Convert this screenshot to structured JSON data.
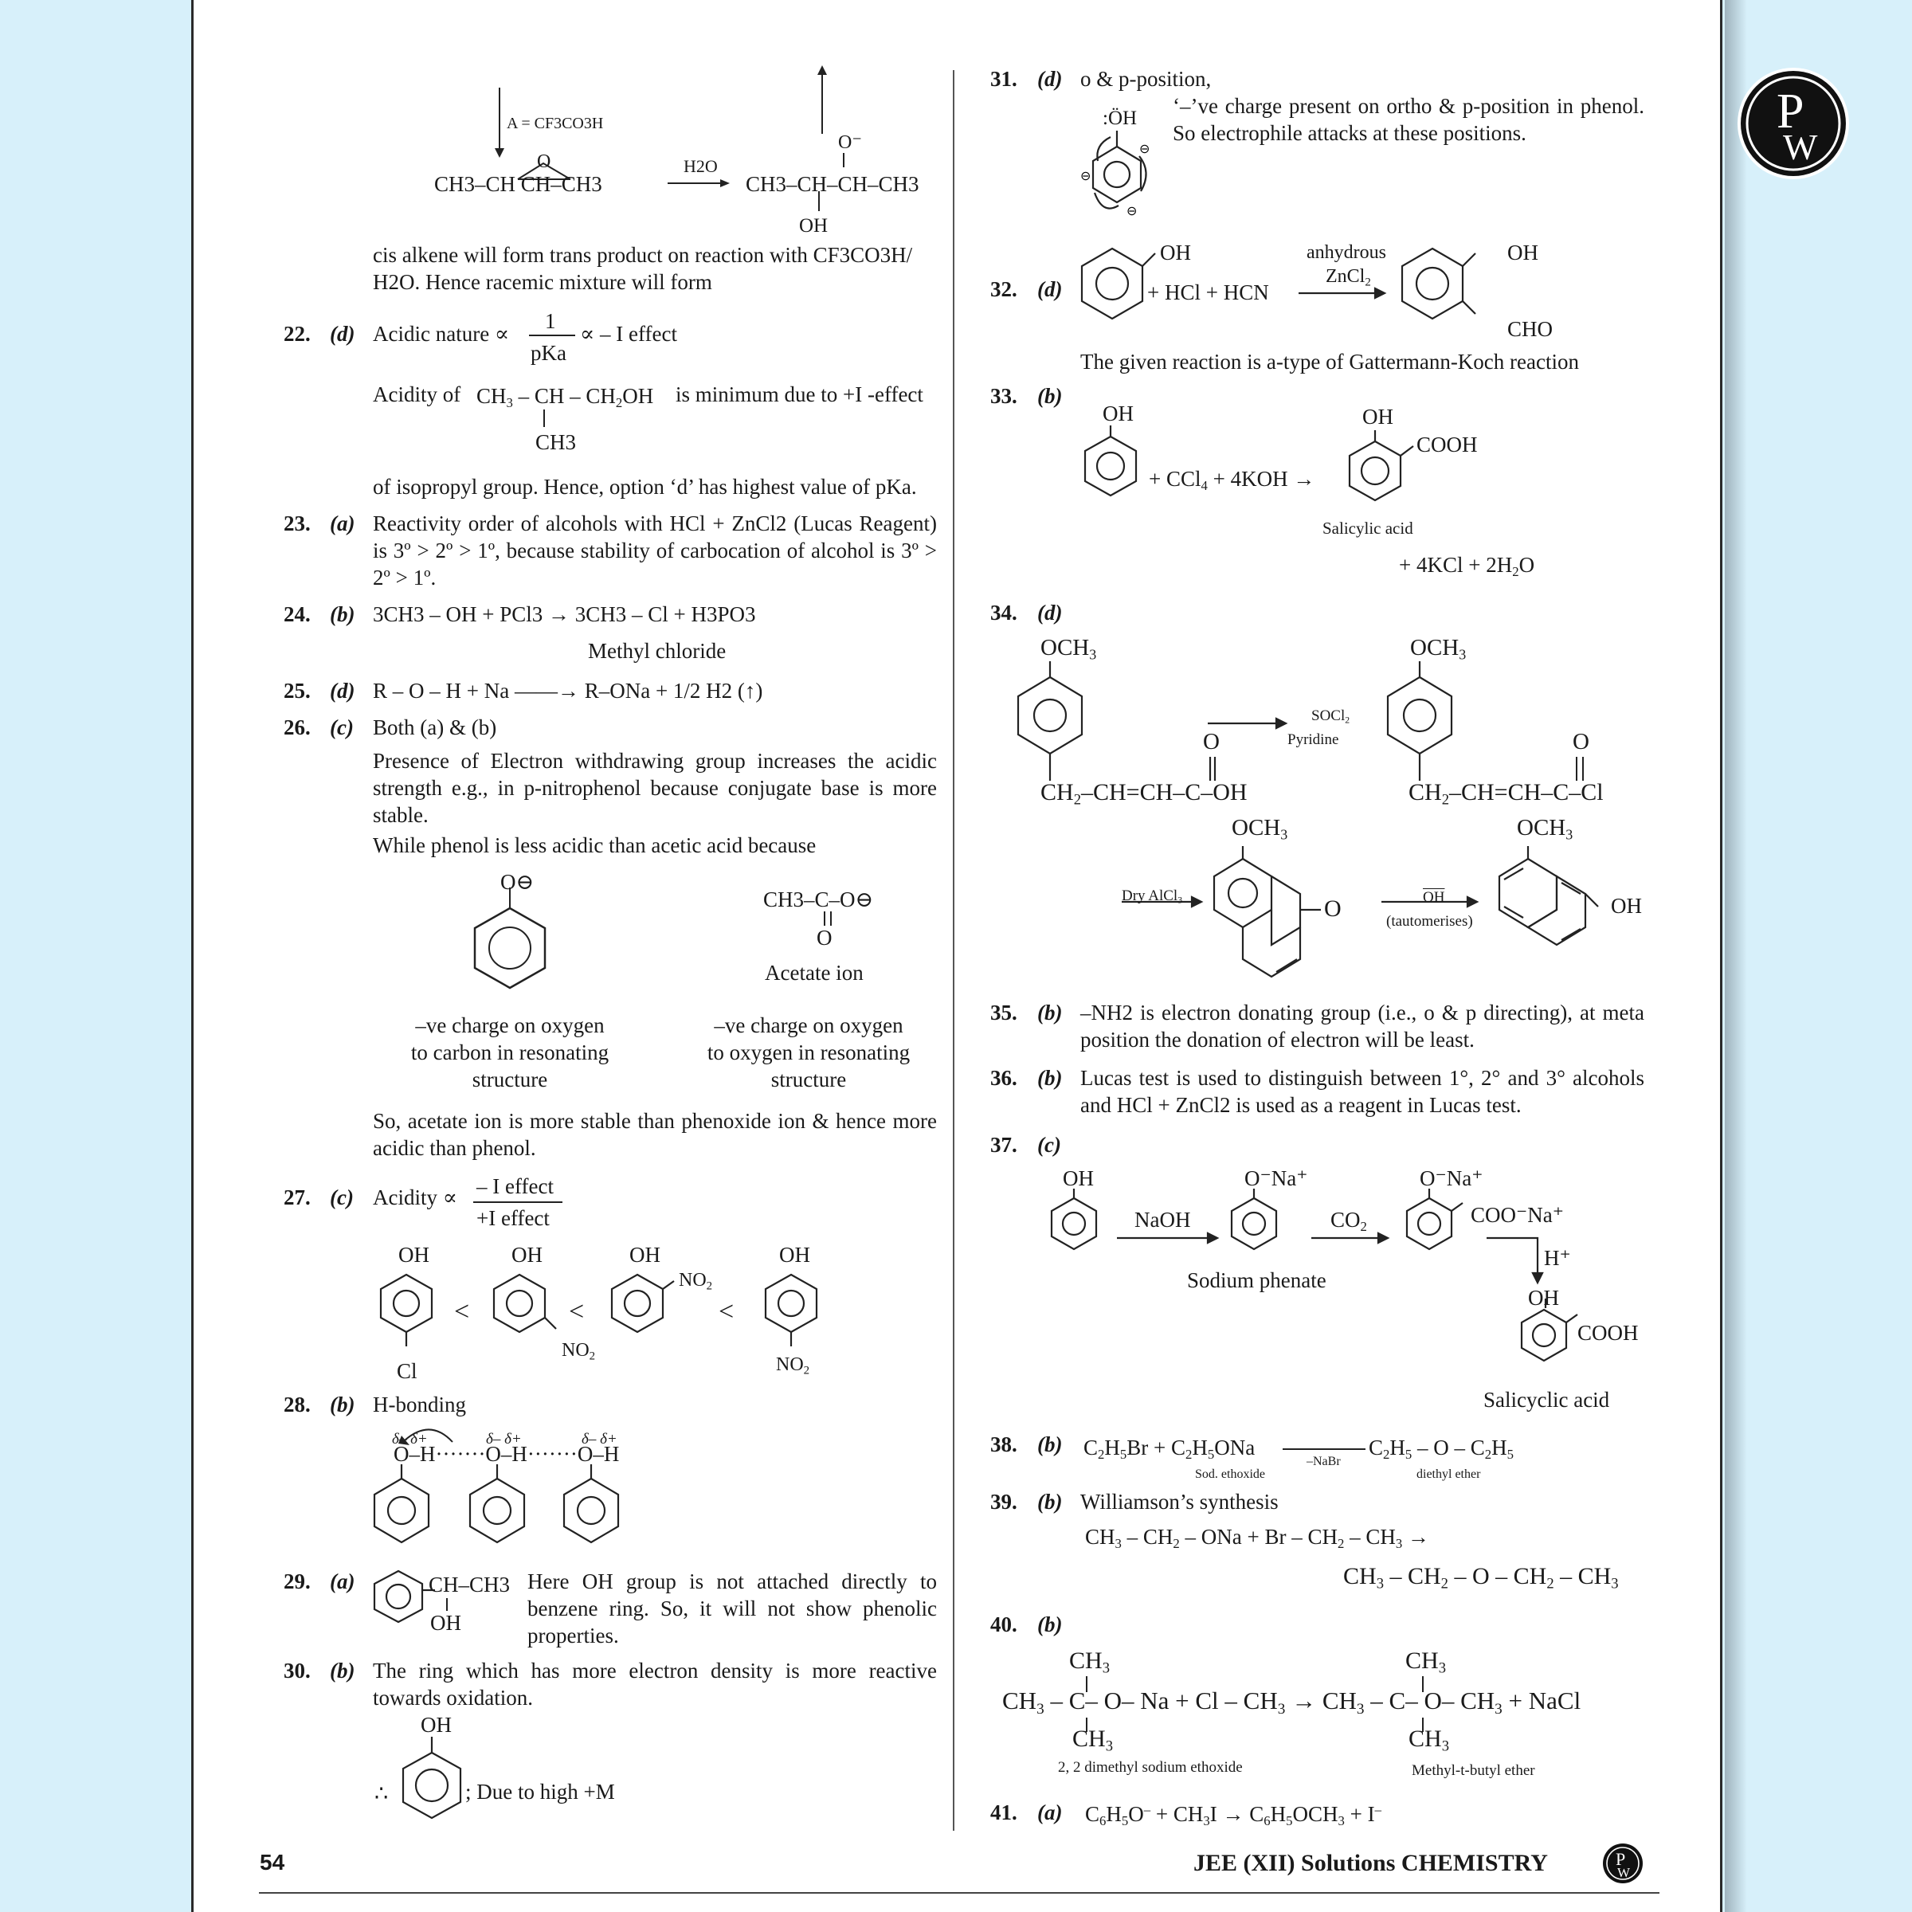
{
  "header_logo": "PW",
  "footer": {
    "page_number": "54",
    "title": "JEE (XII) Solutions CHEMISTRY"
  },
  "q21": {
    "reagent": "A = CF3CO3H",
    "reactant": "CH3–CH  CH–CH3",
    "epoxide_o": "O",
    "water": "H2O",
    "product": "CH3–CH–CH–CH3",
    "product_o": "O⁻",
    "product_oh": "OH",
    "text1": "cis alkene will form trans product on reaction with CF3CO3H/",
    "text2": "H2O. Hence racemic mixture will form"
  },
  "q22": {
    "num": "22.",
    "opt": "(d)",
    "line1": "Acidic nature ∝",
    "frac_num": "1",
    "frac_den": "pKa",
    "line1b": "∝ – I effect",
    "line2a": "Acidity of",
    "line2b": "is minimum due to +I -effect",
    "branch": "CH3",
    "line3": "of isopropyl group. Hence, option ‘d’ has highest value of pKa."
  },
  "q23": {
    "num": "23.",
    "opt": "(a)",
    "text": "Reactivity order of alcohols with HCl + ZnCl2 (Lucas Reagent) is 3º > 2º > 1º, because stability of carbocation of alcohol is 3º > 2º > 1º."
  },
  "q24": {
    "num": "24.",
    "opt": "(b)",
    "eq": "3CH3 – OH + PCl3 → 3CH3 – Cl + H3PO3",
    "label": "Methyl chloride"
  },
  "q25": {
    "num": "25.",
    "opt": "(d)",
    "eq": "R – O – H + Na ——→ R–ONa + 1/2 H2 (↑)"
  },
  "q26": {
    "num": "26.",
    "opt": "(c)",
    "line1": "Both (a) & (b)",
    "para1": "Presence of Electron withdrawing group increases the acidic strength e.g., in p-nitrophenol because conjugate base is more stable.",
    "para2": "While phenol is less acidic than acetic acid because",
    "phenoxide_label": "O⊖",
    "acetate_formula": "CH3–C–O⊖",
    "acetate_o": "O",
    "acetate_label": "Acetate ion",
    "caption_left": [
      "–ve charge on oxygen",
      "to carbon in resonating",
      "structure"
    ],
    "caption_right": [
      "–ve charge on oxygen",
      "to oxygen in resonating",
      "structure"
    ],
    "para3": "So, acetate ion is more stable than phenoxide ion & hence more acidic than phenol."
  },
  "q27": {
    "num": "27.",
    "opt": "(c)",
    "line": "Acidity ∝",
    "frac_num": "– I effect",
    "frac_den": "+I effect",
    "labels": [
      "OH",
      "OH",
      "OH",
      "OH",
      "Cl",
      "NO2",
      "NO2",
      "NO2",
      "<",
      "<",
      "<"
    ]
  },
  "q28": {
    "num": "28.",
    "opt": "(b)",
    "text": "H-bonding",
    "chain": "O–H·······O–H·······O–H",
    "deltas": "δ–  δ+"
  },
  "q29": {
    "num": "29.",
    "opt": "(a)",
    "group": "CH–CH3",
    "oh": "OH",
    "text": "Here OH group is not attached directly to benzene ring. So, it will not show phenolic properties."
  },
  "q30": {
    "num": "30.",
    "opt": "(b)",
    "text": "The ring which has more electron density is more reactive towards oxidation.",
    "oh": "OH",
    "therefore": "∴",
    "reason": "; Due to high +M"
  },
  "q31": {
    "num": "31.",
    "opt": "(d)",
    "line1": "o & p-position,",
    "oh": ":ÖH",
    "text": "‘–’ve charge present on ortho & p-position in phenol. So electrophile attacks at these positions."
  },
  "q32": {
    "num": "32.",
    "opt": "(d)",
    "oh": "OH",
    "reagents": "+ HCl + HCN",
    "catalyst1": "anhydrous",
    "catalyst2": "ZnCl2",
    "p_oh": "OH",
    "p_cho": "CHO",
    "text": "The given reaction is a-type of Gattermann-Koch reaction"
  },
  "q33": {
    "num": "33.",
    "opt": "(b)",
    "oh": "OH",
    "reagents": "+ CCl4 + 4KOH →",
    "p_oh": "OH",
    "p_cooh": "COOH",
    "label": "Salicylic acid",
    "byproduct": "+ 4KCl + 2H2O"
  },
  "q34": {
    "num": "34.",
    "opt": "(d)",
    "och3": "OCH3",
    "chain1": "CH2–CH=CH–C–OH",
    "o": "O",
    "reagent1": "SOCl2",
    "reagent1b": "Pyridine",
    "chain2": "CH2–CH=CH–C–Cl",
    "reagent2": "Dry AlCl3",
    "reagent3": "OH",
    "reagent3b": "(tautomerises)",
    "final_oh": "OH"
  },
  "q35": {
    "num": "35.",
    "opt": "(b)",
    "text": "–NH2 is electron donating group (i.e., o & p directing), at meta position the donation of electron will be least."
  },
  "q36": {
    "num": "36.",
    "opt": "(b)",
    "text": "Lucas test is used to distinguish between 1°, 2° and 3° alcohols and HCl + ZnCl2 is used as a reagent in Lucas test."
  },
  "q37": {
    "num": "37.",
    "opt": "(c)",
    "oh": "OH",
    "naoh": "NaOH",
    "ona": "O⁻Na⁺",
    "co2": "CO2",
    "coona": "COO⁻Na⁺",
    "h": "H⁺",
    "p_oh": "OH",
    "p_cooh": "COOH",
    "label1": "Sodium phenate",
    "label2": "Salicyclic acid"
  },
  "q38": {
    "num": "38.",
    "opt": "(b)",
    "eq_left": "C2H5Br  + C2H5ONa",
    "arrow_label": "–NaBr",
    "eq_right": "C2H5 – O – C2H5",
    "label1": "Sod. ethoxide",
    "label2": "diethyl ether"
  },
  "q39": {
    "num": "39.",
    "opt": "(b)",
    "text": "Williamson’s synthesis",
    "line1": "CH3 – CH2 – ONa + Br – CH2 – CH3 →",
    "line2": "CH3 – CH2 – O – CH2 – CH3"
  },
  "q40": {
    "num": "40.",
    "opt": "(b)",
    "ch3": "CH3",
    "eq": "CH3 – C– O– Na + Cl – CH3 → CH3 – C– O– CH3 + NaCl",
    "label1": "2, 2 dimethyl sodium ethoxide",
    "label2": "Methyl-t-butyl ether"
  },
  "q41": {
    "num": "41.",
    "opt": "(a)",
    "eq": "C6H5O⁻ + CH3I → C6H5OCH3 + I⁻"
  }
}
